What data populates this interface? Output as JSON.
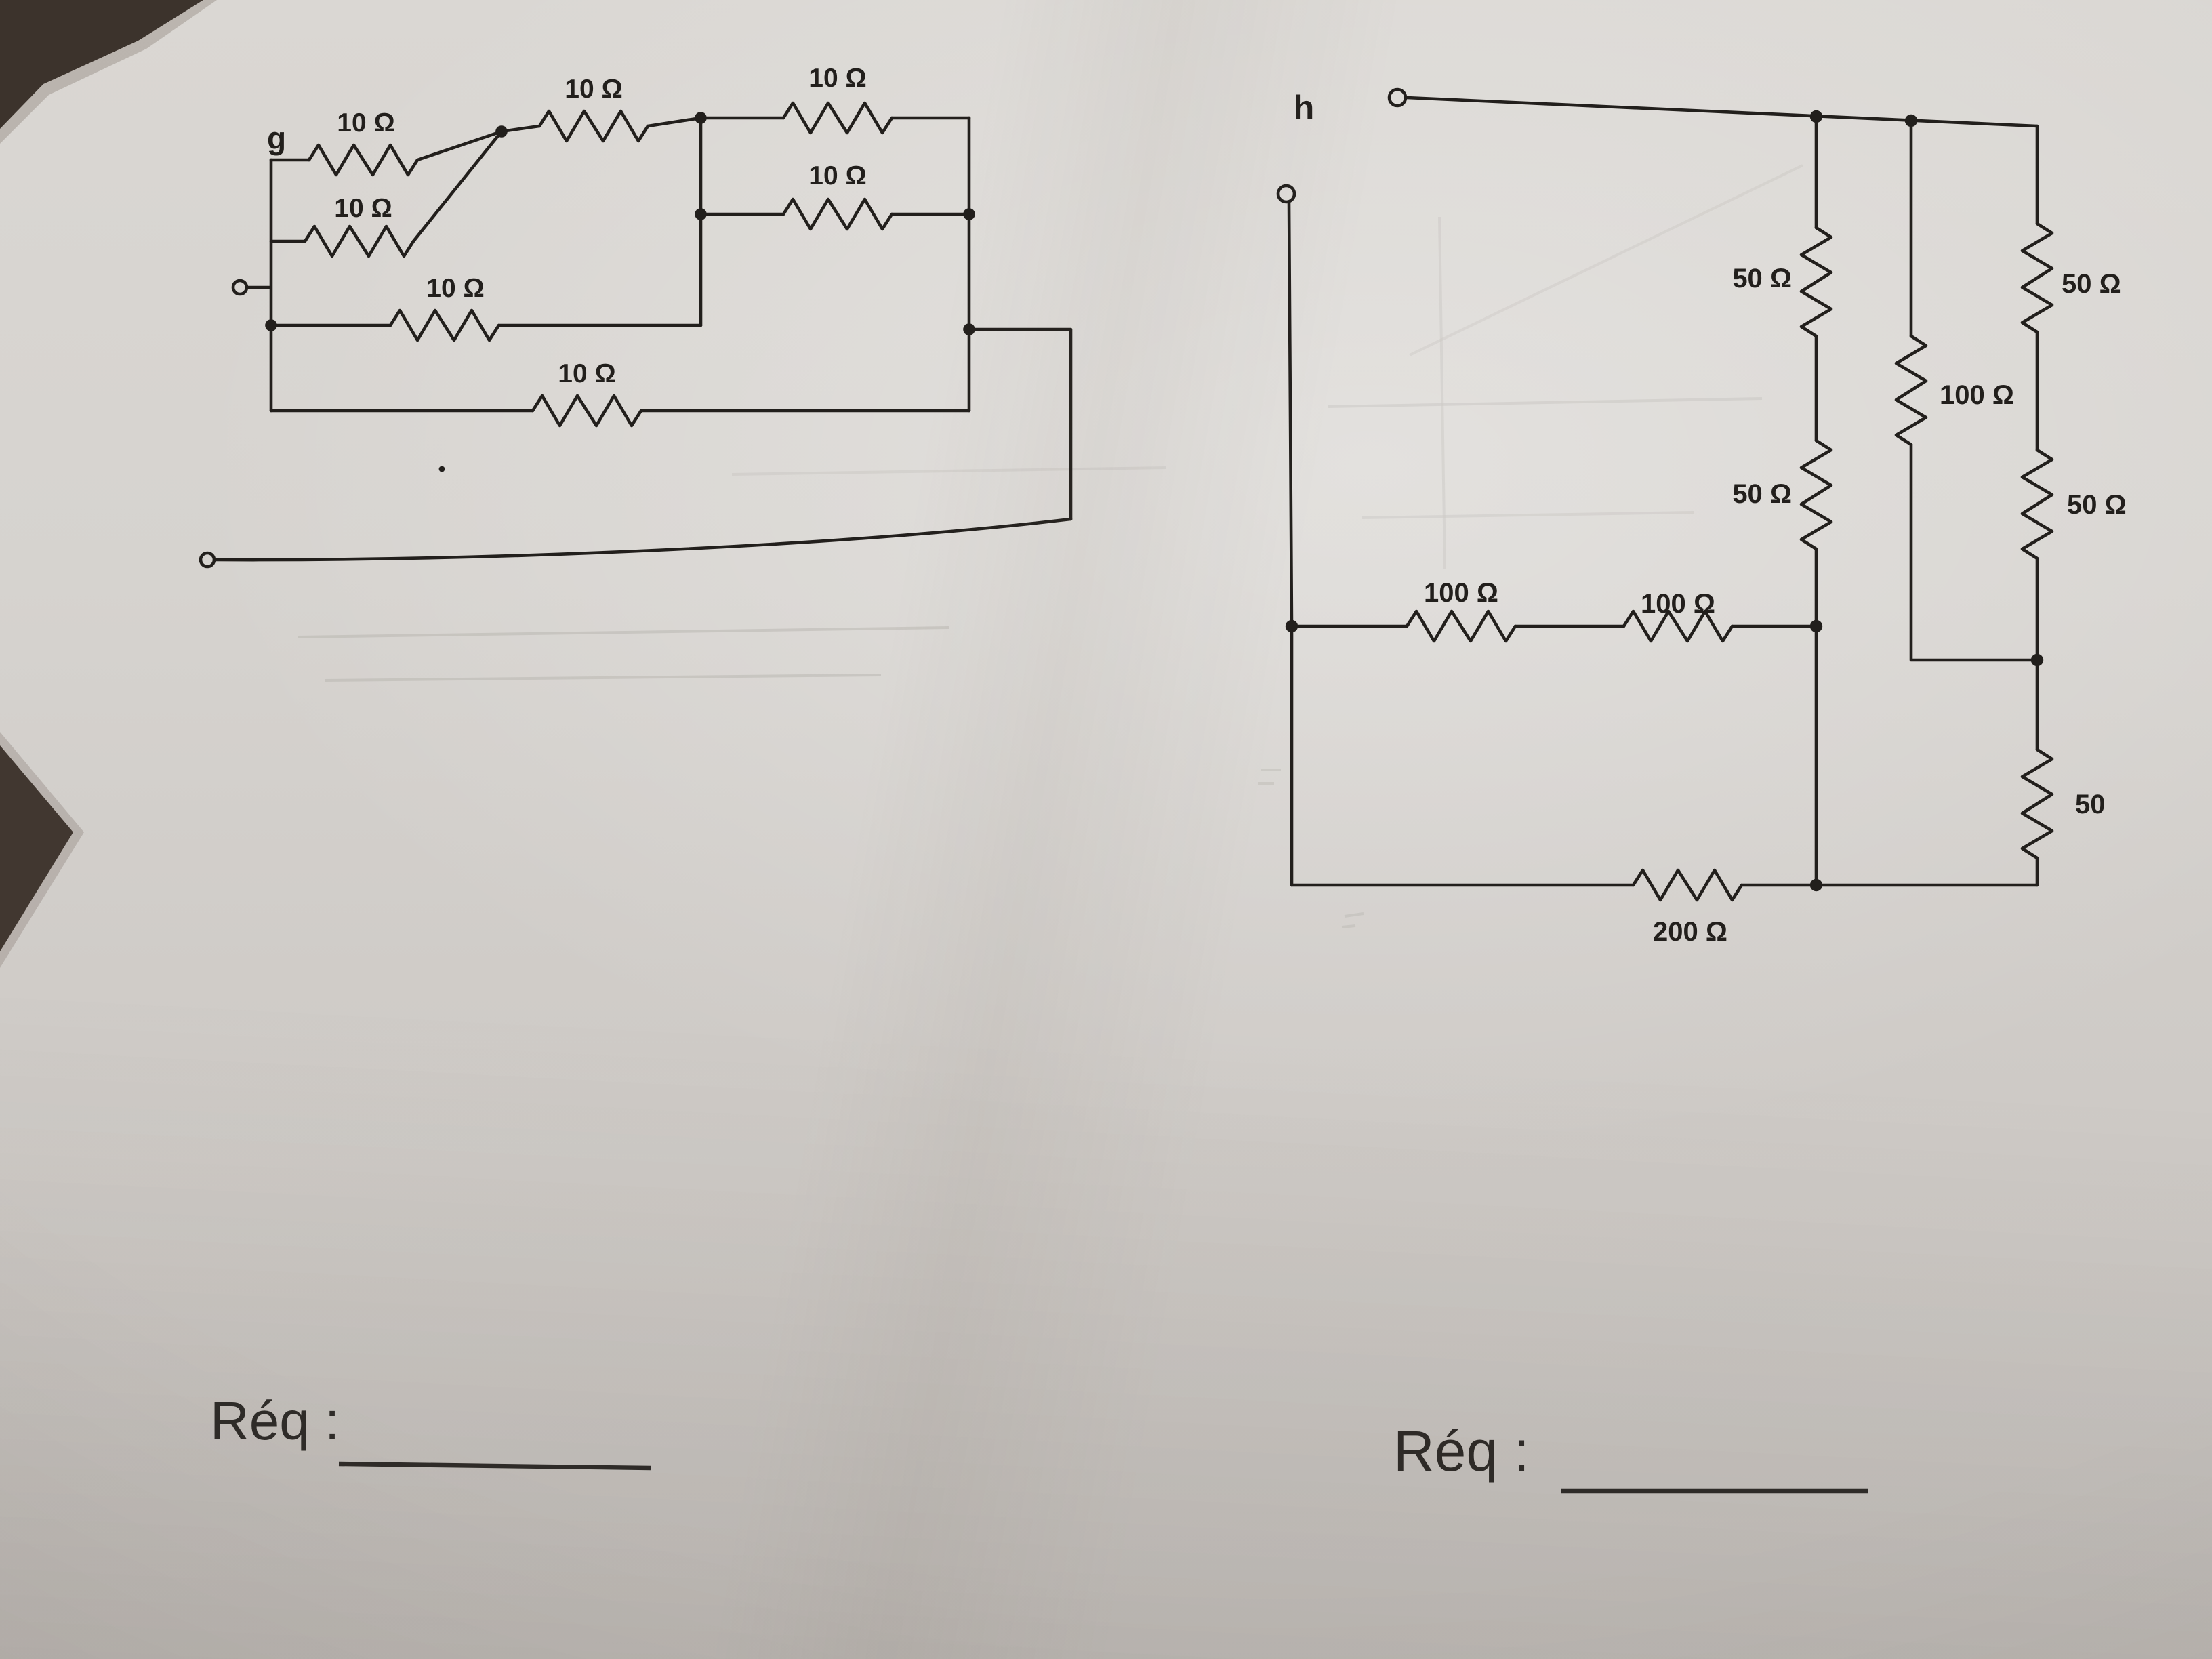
{
  "ink_color": "#221f1c",
  "circuit_g": {
    "label": "g",
    "req_label": "Réq :",
    "resistors": [
      {
        "name": "input-parallel-top",
        "label": "10 Ω"
      },
      {
        "name": "input-parallel-bottom",
        "label": "10 Ω"
      },
      {
        "name": "series-middle",
        "label": "10 Ω"
      },
      {
        "name": "top-branch",
        "label": "10 Ω"
      },
      {
        "name": "second-branch",
        "label": "10 Ω"
      },
      {
        "name": "third-branch",
        "label": "10 Ω"
      },
      {
        "name": "fourth-branch",
        "label": "10 Ω"
      }
    ]
  },
  "circuit_h": {
    "label": "h",
    "req_label": "Réq :",
    "resistors": [
      {
        "name": "column1-top",
        "label": "50 Ω"
      },
      {
        "name": "right-column-top",
        "label": "50 Ω"
      },
      {
        "name": "column2-middle",
        "label": "100 Ω"
      },
      {
        "name": "column1-middle",
        "label": "50 Ω"
      },
      {
        "name": "right-column-middle",
        "label": "50 Ω"
      },
      {
        "name": "middle-row-left",
        "label": "100 Ω"
      },
      {
        "name": "middle-row-right",
        "label": "100 Ω"
      },
      {
        "name": "right-column-bottom",
        "label": "50"
      },
      {
        "name": "bottom-row",
        "label": "200 Ω"
      }
    ]
  }
}
